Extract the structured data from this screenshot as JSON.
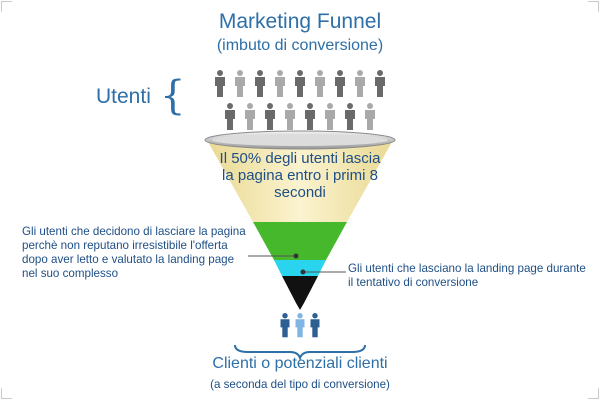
{
  "title": "Marketing Funnel",
  "subtitle": "(imbuto di conversione)",
  "users_label": "Utenti",
  "brace_char": "{",
  "funnel_text": "Il 50% degli utenti lascia la pagina entro i primi 8 secondi",
  "left_note": "Gli utenti che decidono di lasciare la pagina perchè non reputano irresistibile l'offerta dopo aver letto e valutato la landing page nel suo complesso",
  "right_note": "Gli utenti che lasciano la landing page durante il tentativo di conversione",
  "bottom_title": "Clienti o potenziali clienti",
  "bottom_subtitle": "(a seconda del tipo di conversione)",
  "icons": {
    "users_top": "person-icon",
    "clients": "person-icon"
  },
  "colors": {
    "text_blue": "#2e6fa7",
    "funnel_beige": "#f4e8b6",
    "funnel_green": "#45b82c",
    "funnel_cyan": "#2ad3ee",
    "funnel_black": "#111111",
    "person_dark": "#6a6a6a",
    "person_light": "#a9a9a9",
    "client_dark": "#2d5f93",
    "client_light": "#7fb6e4"
  }
}
